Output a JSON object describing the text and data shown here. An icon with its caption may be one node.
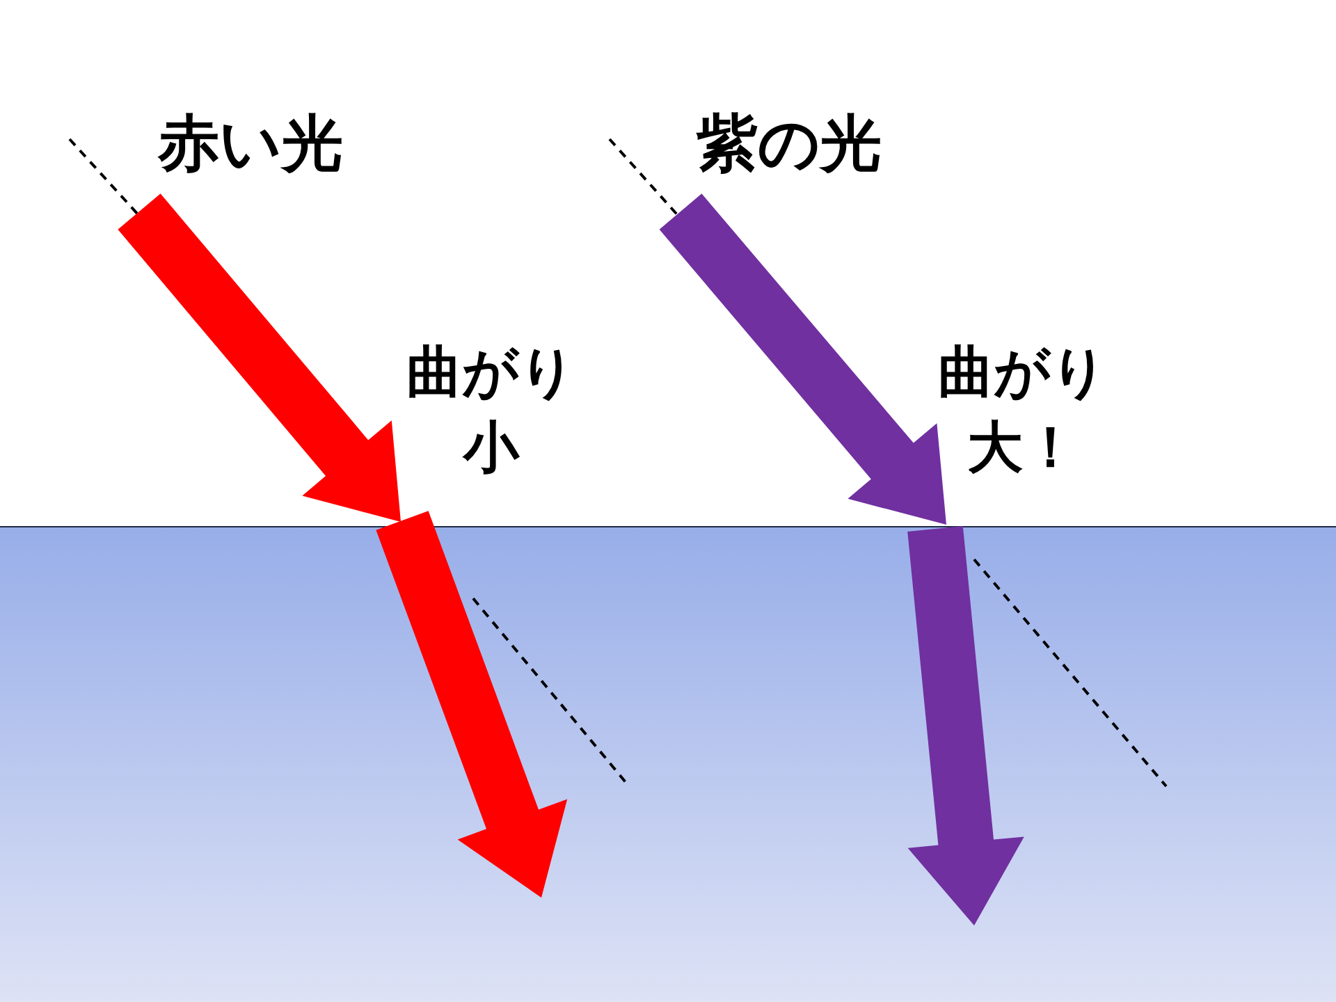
{
  "diagram": {
    "labels": [
      "赤い光",
      "紫の光",
      "曲がり小",
      "曲がり大！"
    ]
  }
}
